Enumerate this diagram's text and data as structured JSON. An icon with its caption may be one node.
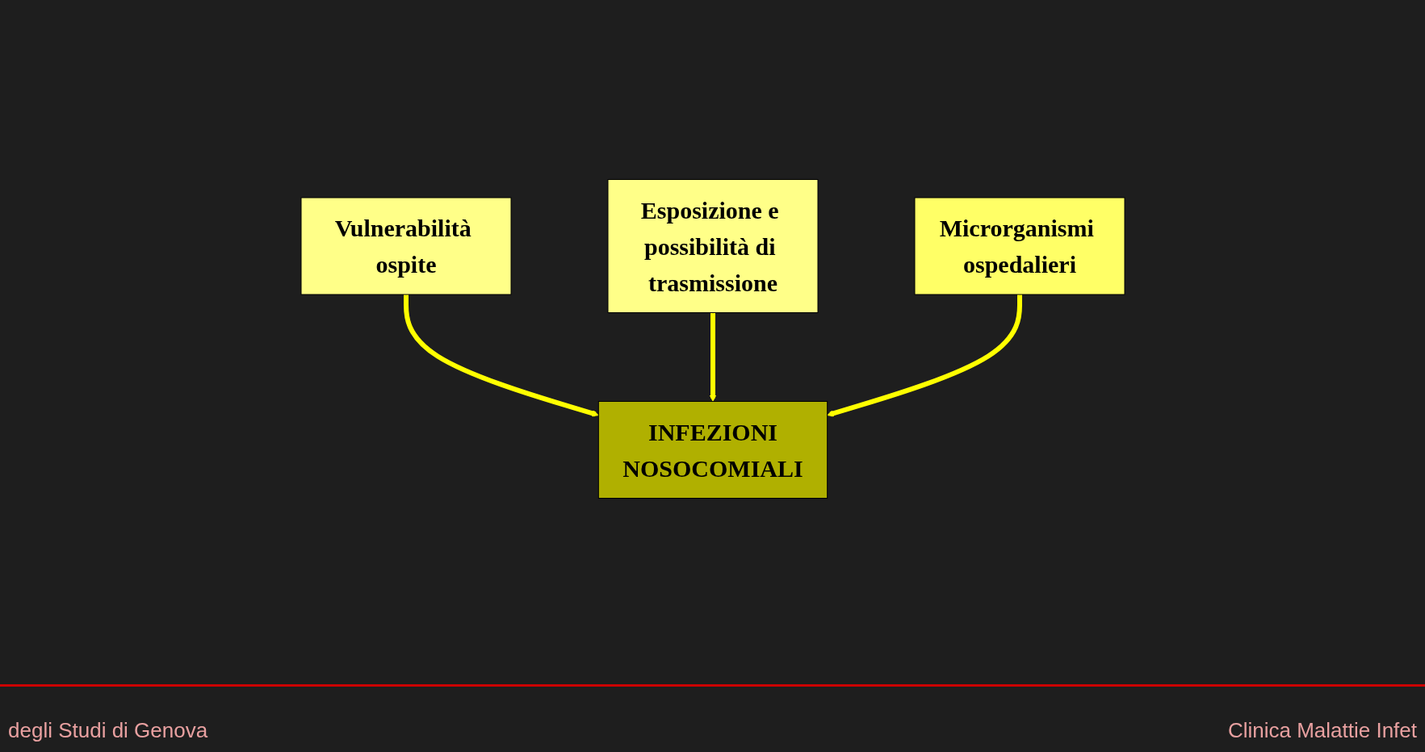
{
  "diagram": {
    "nodes": [
      {
        "text": [
          "Vulnerabilità ospite"
        ]
      },
      {
        "text": [
          "Esposizione e possibilità di trasmissione"
        ]
      },
      {
        "text": [
          "INFEZIONI",
          "NOSOCOMIALI"
        ]
      },
      {
        "text": [
          "Microrganismi ospedalieri"
        ]
      }
    ],
    "edges": [
      {
        "from": 0,
        "to": 2,
        "arrow": "to"
      },
      {
        "from": 1,
        "to": 2,
        "arrow": "to"
      },
      {
        "from": 3,
        "to": 2,
        "arrow": "to"
      }
    ],
    "labels": [
      "degli Studi di Genova",
      "Clinica Malattie Infet"
    ]
  }
}
